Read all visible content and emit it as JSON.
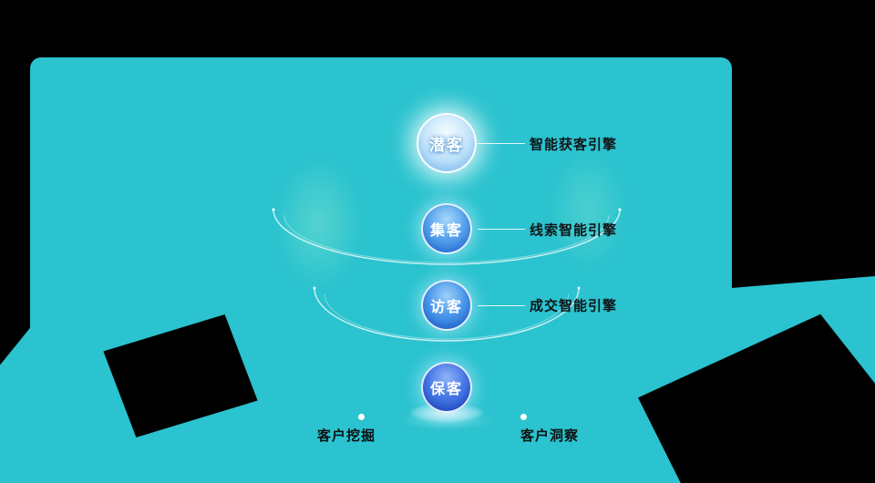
{
  "theme": {
    "background": "#000000",
    "panel_teal": "#2ac3cf",
    "bubble_blue": "#2e7fde",
    "bubble_deep_blue": "#2b59d2",
    "bubble_light": "#cfeafc",
    "text_dark": "#101417",
    "text_light": "#ffffff"
  },
  "funnel": {
    "stages": [
      {
        "name": "潜客",
        "engine": "智能获客引擎"
      },
      {
        "name": "集客",
        "engine": "线索智能引擎"
      },
      {
        "name": "访客",
        "engine": "成交智能引擎"
      },
      {
        "name": "保客"
      }
    ]
  },
  "footer": {
    "items": [
      {
        "label": "客户挖掘"
      },
      {
        "label": "客户洞察"
      }
    ]
  }
}
